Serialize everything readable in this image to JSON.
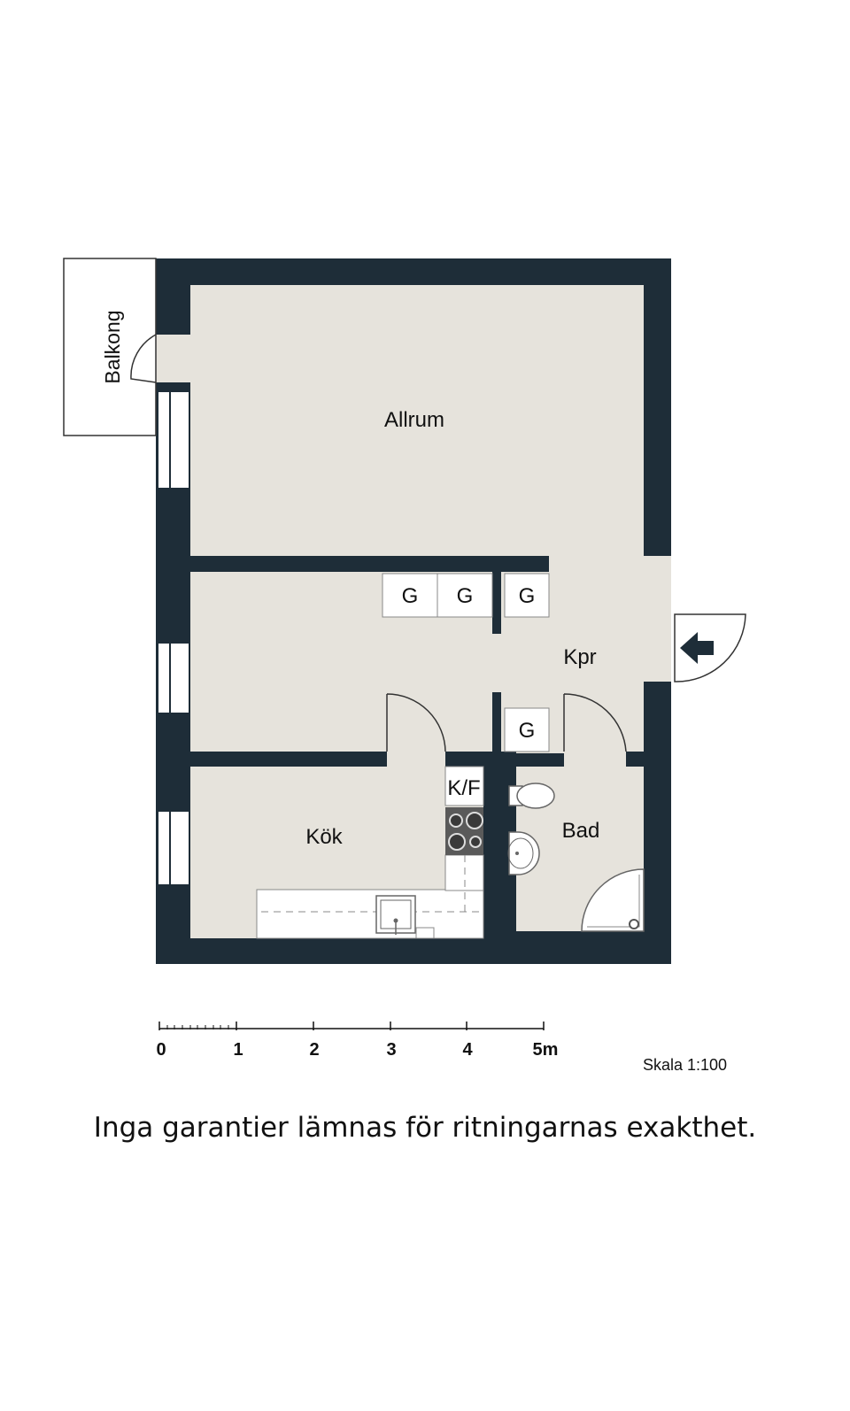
{
  "rooms": {
    "allrum": "Allrum",
    "kpr": "Kpr",
    "kok": "Kök",
    "bad": "Bad",
    "balkong": "Balkong",
    "kf": "K/F"
  },
  "closets": [
    "G",
    "G",
    "G",
    "G"
  ],
  "scale_bar": {
    "ticks": [
      "0",
      "1",
      "2",
      "3",
      "4",
      "5m"
    ],
    "label": "Skala 1:100"
  },
  "disclaimer": "Inga garantier lämnas för ritningarnas exakthet.",
  "colors": {
    "wall": "#1e2d38",
    "floor": "#e6e3dc",
    "fixture": "#ffffff",
    "stove": "#5a5a5a",
    "text": "#111111"
  }
}
